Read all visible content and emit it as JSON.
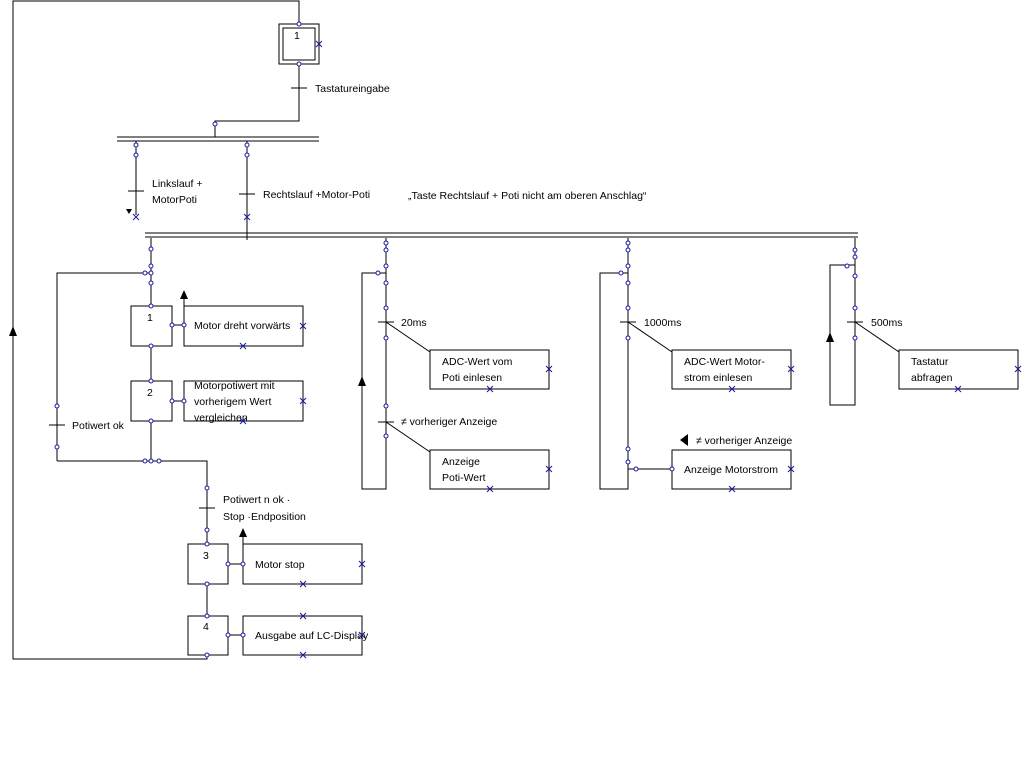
{
  "steps": [
    "1",
    "2",
    "3",
    "4"
  ],
  "initial_step": "1",
  "transitions": {
    "t_keyboard": "Tastatureingabe",
    "t_left_1": "Linkslauf +",
    "t_left_2": "MotorPoti",
    "t_right": "Rechtslauf +Motor-Poti",
    "t_note": "„Taste Rechtslauf + Poti nicht am oberen Anschlag“",
    "t_poti_ok": "Potiwert ok",
    "t_poti_nok_1": "Potiwert n ok ·",
    "t_poti_nok_2": "Stop ·Endposition",
    "t_20ms": "20ms",
    "t_1000ms": "1000ms",
    "t_500ms": "500ms",
    "t_neq_poti": "≠ vorheriger Anzeige",
    "t_neq_motor": "≠  vorheriger Anzeige"
  },
  "actions": {
    "a1": "Motor dreht vorwärts",
    "a2_1": "Motorpotiwert mit",
    "a2_2": "vorherigem Wert",
    "a2_3": "vergleichen",
    "a3": "Motor stop",
    "a4": "Ausgabe auf LC-Display",
    "adc_poti_1": "ADC-Wert vom",
    "adc_poti_2": "Poti einlesen",
    "disp_poti_1": "Anzeige",
    "disp_poti_2": "Poti-Wert",
    "adc_motor_1": "ADC-Wert Motor-",
    "adc_motor_2": "strom einlesen",
    "disp_motor": "Anzeige Motorstrom",
    "keys_1": "Tastatur",
    "keys_2": "abfragen"
  }
}
